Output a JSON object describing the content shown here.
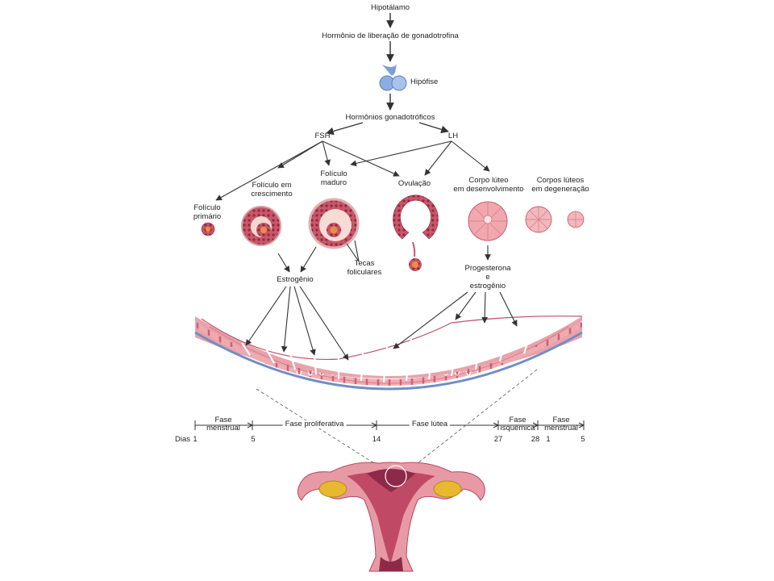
{
  "labels": {
    "hypothalamus": "Hipotálamo",
    "gnrh": "Hormônio de liberação de gonadotrofina",
    "pituitary": "Hipófise",
    "gonadotropins": "Hormônios gonadotróficos",
    "fsh": "FSH",
    "lh": "LH",
    "primary_follicle_1": "Folículo",
    "primary_follicle_2": "primário",
    "growing_follicle_1": "Folículo em",
    "growing_follicle_2": "crescimento",
    "mature_follicle_1": "Folículo",
    "mature_follicle_2": "maduro",
    "ovulation": "Ovulação",
    "cl_dev_1": "Corpo lúteo",
    "cl_dev_2": "em desenvolvimento",
    "cl_deg_1": "Corpos lúteos",
    "cl_deg_2": "em degeneração",
    "thecae_1": "Tecas",
    "thecae_2": "foliculares",
    "estrogen": "Estrogênio",
    "prog_1": "Progesterona",
    "prog_2": "e",
    "prog_3": "estrogênio"
  },
  "timeline": {
    "phases": [
      {
        "line1": "Fase",
        "line2": "menstrual"
      },
      {
        "line1": "Fase proliferativa",
        "line2": ""
      },
      {
        "line1": "Fase lútea",
        "line2": ""
      },
      {
        "line1": "Fase",
        "line2": "isquêmica"
      },
      {
        "line1": "Fase",
        "line2": "menstrual"
      }
    ],
    "days_label": "Dias",
    "days": [
      "1",
      "5",
      "14",
      "27",
      "28",
      "1",
      "5"
    ]
  },
  "colors": {
    "tissue": "#f2b8b8",
    "tissue_dark": "#c8506a",
    "follicle_cells": "#b03a48",
    "pituitary": "#8aaee0",
    "oocyte": "#e89040",
    "basal_layer": "#6f8fc4",
    "uterus": "#e79aa5",
    "ovary": "#e8b830",
    "arrow": "#333333"
  }
}
